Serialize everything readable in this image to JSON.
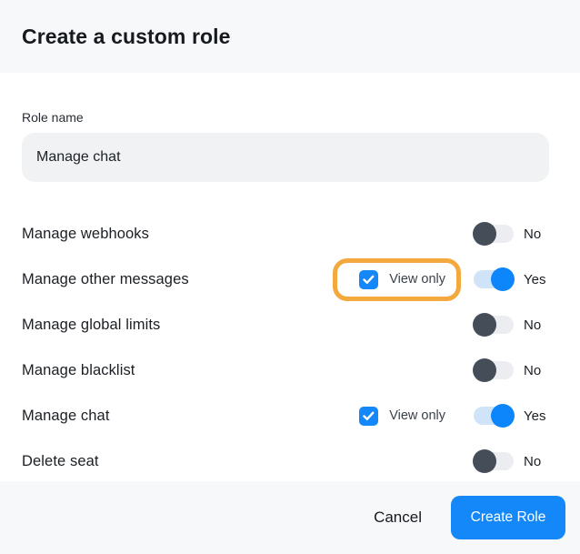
{
  "dialog": {
    "title": "Create a custom role",
    "role_name_field": {
      "label": "Role name",
      "value": "Manage chat"
    },
    "permissions": [
      {
        "label": "Manage webhooks",
        "toggle_state": "off",
        "toggle_label": "No",
        "view_only": null
      },
      {
        "label": "Manage other messages",
        "toggle_state": "on",
        "toggle_label": "Yes",
        "view_only": {
          "label": "View only",
          "checked": true,
          "highlighted": true
        }
      },
      {
        "label": "Manage global limits",
        "toggle_state": "off",
        "toggle_label": "No",
        "view_only": null
      },
      {
        "label": "Manage blacklist",
        "toggle_state": "off",
        "toggle_label": "No",
        "view_only": null
      },
      {
        "label": "Manage chat",
        "toggle_state": "on",
        "toggle_label": "Yes",
        "view_only": {
          "label": "View only",
          "checked": true,
          "highlighted": false
        }
      },
      {
        "label": "Delete seat",
        "toggle_state": "off",
        "toggle_label": "No",
        "view_only": null
      }
    ],
    "footer": {
      "cancel_label": "Cancel",
      "create_label": "Create Role"
    },
    "colors": {
      "accent_blue": "#1488f8",
      "toggle_on_knob": "#0c86fa",
      "toggle_on_track": "#d0e4f9",
      "toggle_off_knob": "#454d59",
      "toggle_off_track": "#ebedf0",
      "highlight_ring": "#f3a93d",
      "header_footer_bg": "#f7f8fa",
      "input_bg": "#f0f2f4"
    }
  }
}
